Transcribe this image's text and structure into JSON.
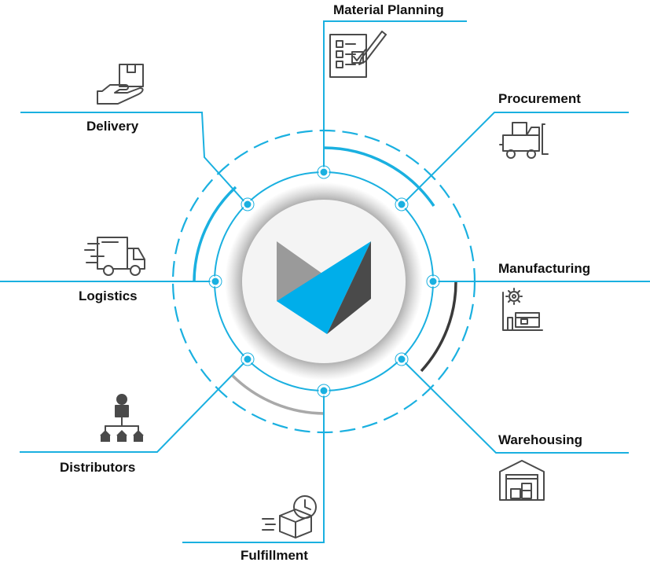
{
  "diagram": {
    "labels": {
      "material_planning": "Material Planning",
      "procurement": "Procurement",
      "manufacturing": "Manufacturing",
      "warehousing": "Warehousing",
      "fulfillment": "Fulfillment",
      "distributors": "Distributors",
      "logistics": "Logistics",
      "delivery": "Delivery"
    },
    "icons": {
      "material_planning": "checklist-pencil-icon",
      "procurement": "forklift-icon",
      "manufacturing": "factory-gear-icon",
      "warehousing": "warehouse-boxes-icon",
      "fulfillment": "box-clock-icon",
      "distributors": "org-network-icon",
      "logistics": "delivery-truck-icon",
      "delivery": "hand-box-icon"
    },
    "colors": {
      "accent": "#1ab0e0",
      "dark_arc": "#3a3a3a",
      "light_arc": "#a9a9a9",
      "logo_blue": "#00aeea",
      "logo_dark": "#4a4a4a",
      "logo_grey": "#9a9a9a",
      "icon_stroke": "#4a4a4a"
    }
  }
}
